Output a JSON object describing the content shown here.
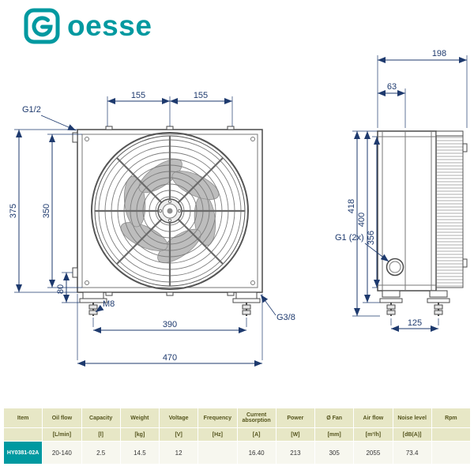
{
  "logo": {
    "wordmark": "oesse"
  },
  "colors": {
    "brand_teal": "#0099a0",
    "dimension_blue": "#1e3a6e"
  },
  "drawing": {
    "front": {
      "dim_155_left": "155",
      "dim_155_right": "155",
      "port_g12": "G1/2",
      "dim_375": "375",
      "dim_350": "350",
      "dim_80": "80",
      "bolt_m8": "M8",
      "dim_390": "390",
      "dim_470": "470",
      "port_g38": "G3/8"
    },
    "side": {
      "dim_198": "198",
      "dim_63": "63",
      "dim_418": "418",
      "dim_400": "400",
      "dim_356": "356",
      "port_g1": "G1 (2x)",
      "dim_125": "125"
    }
  },
  "table": {
    "headers": [
      "Item",
      "Oil flow",
      "Capacity",
      "Weight",
      "Voltage",
      "Frequency",
      "Current absorption",
      "Power",
      "Ø Fan",
      "Air flow",
      "Noise level",
      "Rpm"
    ],
    "units": [
      "",
      "[L/min]",
      "[l]",
      "[kg]",
      "[V]",
      "[Hz]",
      "[A]",
      "[W]",
      "[mm]",
      "[m³/h]",
      "[dB(A)]",
      ""
    ],
    "values": [
      "HY0381-02A",
      "20-140",
      "2.5",
      "14.5",
      "12",
      "",
      "16.40",
      "213",
      "305",
      "2055",
      "73.4",
      ""
    ]
  }
}
